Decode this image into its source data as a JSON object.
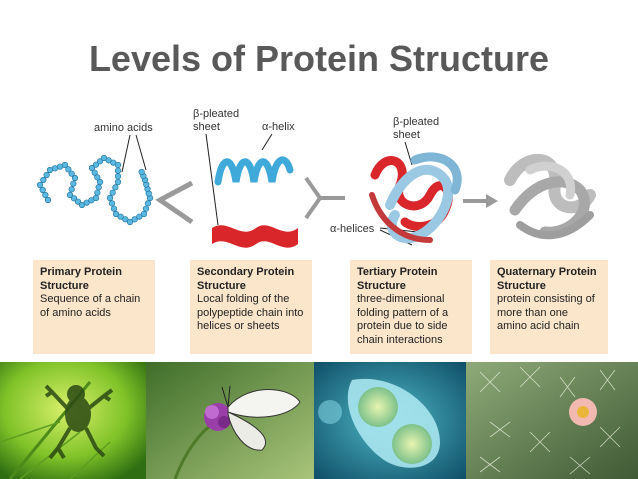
{
  "title": "Levels of Protein Structure",
  "labels": {
    "amino_acids": "amino acids",
    "beta_pleated_1": "β-pleated",
    "sheet_1": "sheet",
    "alpha_helix": "α-helix",
    "beta_pleated_2": "β-pleated",
    "sheet_2": "sheet",
    "alpha_helices": "α-helices"
  },
  "boxes": [
    {
      "heading_1": "Primary Protein",
      "heading_2": "Structure",
      "lines": [
        "Sequence of a chain",
        "of amino acids"
      ]
    },
    {
      "heading_1": "Secondary Protein",
      "heading_2": "Structure",
      "lines": [
        "Local folding of the",
        "polypeptide chain into",
        "helices or sheets"
      ]
    },
    {
      "heading_1": "Tertiary Protein",
      "heading_2": "Structure",
      "lines": [
        "three-dimensional",
        "folding pattern of a",
        "protein due to side",
        "chain interactions"
      ]
    },
    {
      "heading_1": "Quaternary Protein",
      "heading_2": "Structure",
      "lines": [
        "protein consisting of",
        "more than one",
        "amino acid chain"
      ]
    }
  ],
  "photos": [
    "frog-silhouette-on-leaf",
    "butterfly-on-flower",
    "dividing-cell",
    "cactus-with-flower"
  ],
  "colors": {
    "title": "#595959",
    "box_fill": "#fbe6cc",
    "amino_bead": "#5bb8e0",
    "helix": "#3fa9d9",
    "sheet": "#d9262b"
  }
}
